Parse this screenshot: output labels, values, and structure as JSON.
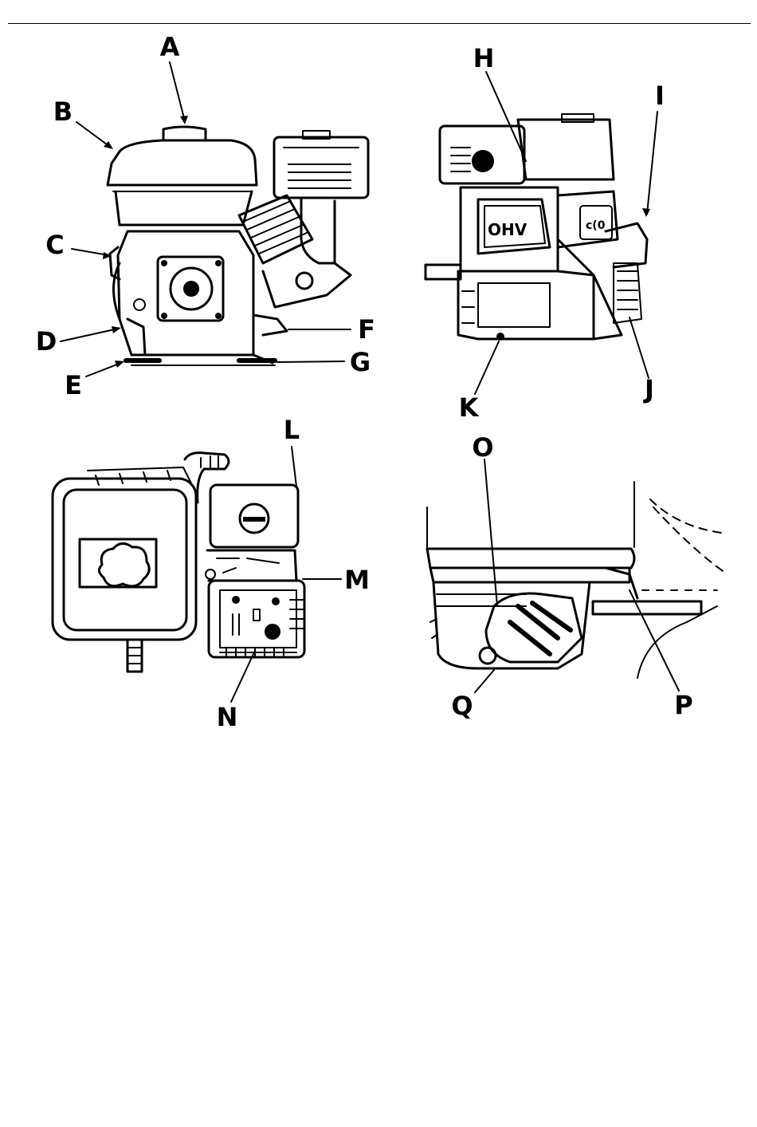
{
  "labels": {
    "A": "A",
    "B": "B",
    "C": "C",
    "D": "D",
    "E": "E",
    "F": "F",
    "G": "G",
    "H": "H",
    "I": "I",
    "J": "J",
    "K": "K",
    "L": "L",
    "M": "M",
    "N": "N",
    "O": "O",
    "P": "P",
    "Q": "Q"
  },
  "engine_badge": "OHV",
  "colors": {
    "ink": "#000000",
    "paper": "#ffffff"
  }
}
